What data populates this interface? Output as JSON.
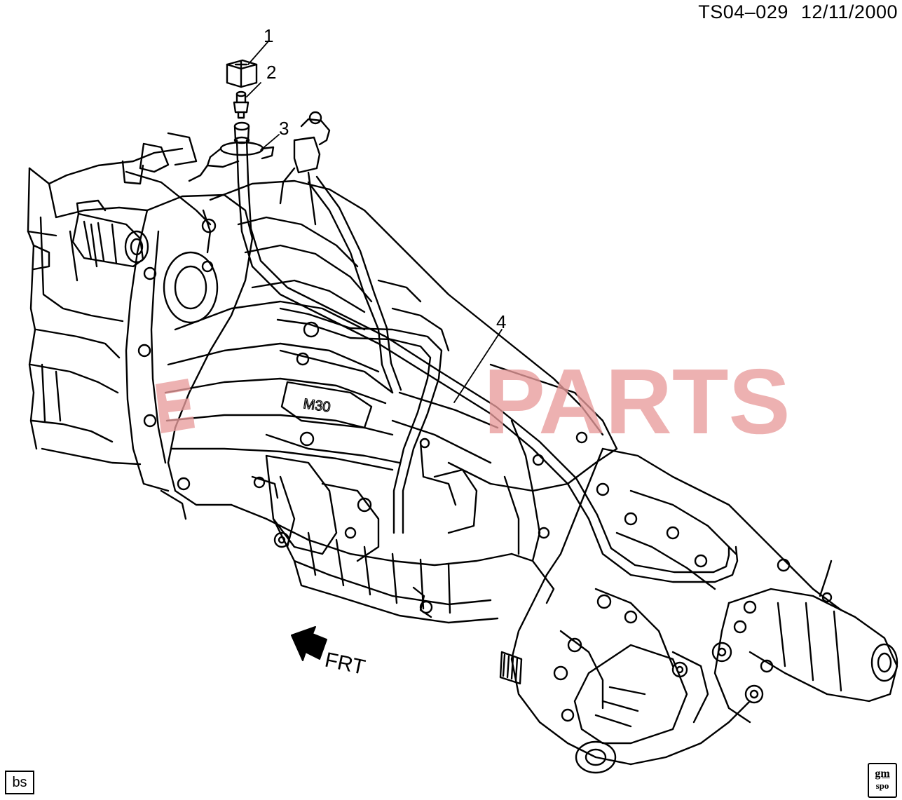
{
  "header": {
    "drawing_number": "TS04–029",
    "date": "12/11/2000"
  },
  "callouts": [
    {
      "number": "1"
    },
    {
      "number": "2"
    },
    {
      "number": "3"
    },
    {
      "number": "4"
    }
  ],
  "direction_label": "FRT",
  "case_marking": "M30",
  "watermark": {
    "text": "PARTS",
    "color": "#e89c9c"
  },
  "corner_tag": "bs",
  "logo": {
    "top": "gm",
    "bottom": "spo"
  }
}
